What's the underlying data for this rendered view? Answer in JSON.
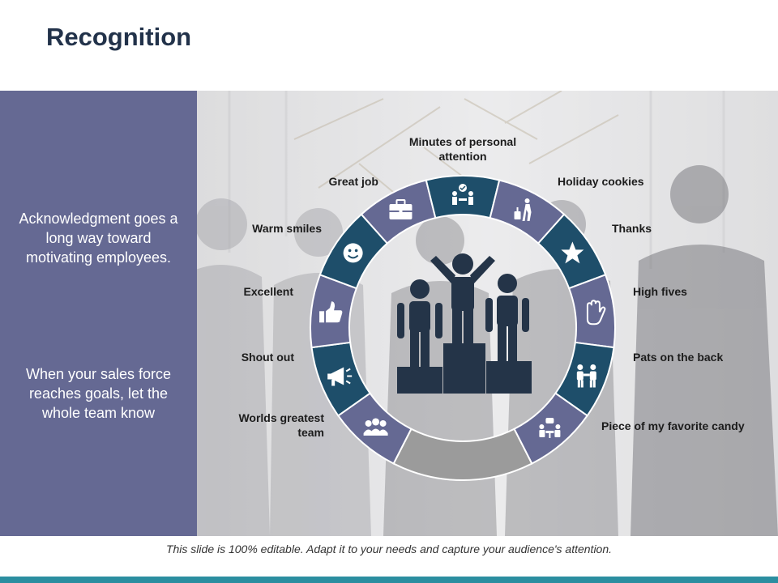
{
  "title": "Recognition",
  "left_panel": {
    "text_1": "Acknowledgment goes a long way toward motivating employees.",
    "text_2": "When your sales force reaches goals, let the whole team know"
  },
  "segments": [
    {
      "label": "Worlds greatest team",
      "icon": "team-icon",
      "color": "#656993"
    },
    {
      "label": "Shout out",
      "icon": "megaphone-icon",
      "color": "#1e4e6a"
    },
    {
      "label": "Excellent",
      "icon": "thumbs-up-icon",
      "color": "#656993"
    },
    {
      "label": "Warm smiles",
      "icon": "smiley-icon",
      "color": "#1e4e6a"
    },
    {
      "label": "Great job",
      "icon": "briefcase-icon",
      "color": "#656993"
    },
    {
      "label": "Minutes of personal attention",
      "icon": "meeting-icon",
      "color": "#1e4e6a"
    },
    {
      "label": "Holiday cookies",
      "icon": "traveler-icon",
      "color": "#656993"
    },
    {
      "label": "Thanks",
      "icon": "star-icon",
      "color": "#1e4e6a"
    },
    {
      "label": "High fives",
      "icon": "hand-icon",
      "color": "#656993"
    },
    {
      "label": "Pats on  the back",
      "icon": "handshake-icon",
      "color": "#1e4e6a"
    },
    {
      "label": "Piece of my favorite candy",
      "icon": "discussion-icon",
      "color": "#656993"
    }
  ],
  "gap_color": "#9b9b9b",
  "center_icon": "podium-icon",
  "footer": "This slide is 100% editable.  Adapt it to your needs and capture your audience's attention."
}
